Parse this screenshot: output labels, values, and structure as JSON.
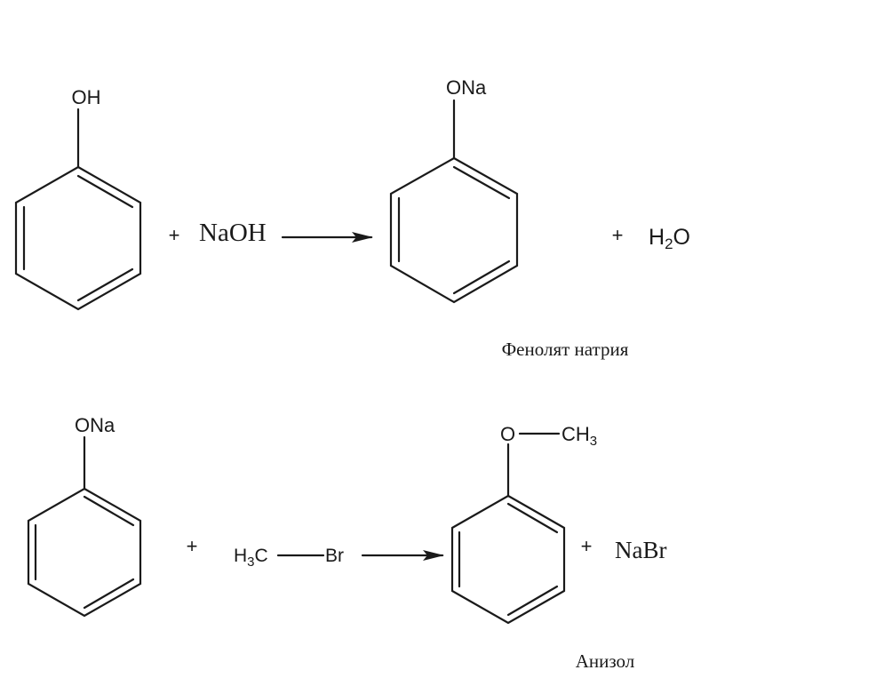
{
  "reaction_1": {
    "reactant_1": {
      "substituent": "OH"
    },
    "plus_1": "+",
    "reactant_2": "NaOH",
    "product_1": {
      "substituent": "ONa",
      "name": "Фенолят натрия"
    },
    "plus_2": "+",
    "product_2": {
      "main": "H",
      "sub": "2",
      "tail": "O"
    }
  },
  "reaction_2": {
    "reactant_1": {
      "substituent": "ONa"
    },
    "plus_1": "+",
    "reactant_2": {
      "left_main": "H",
      "left_sub": "3",
      "left_tail": "C",
      "right": "Br"
    },
    "product_1": {
      "o_label": "O",
      "methyl_main": "CH",
      "methyl_sub": "3",
      "name": "Анизол"
    },
    "plus_2": "+",
    "product_2": "NaBr"
  }
}
